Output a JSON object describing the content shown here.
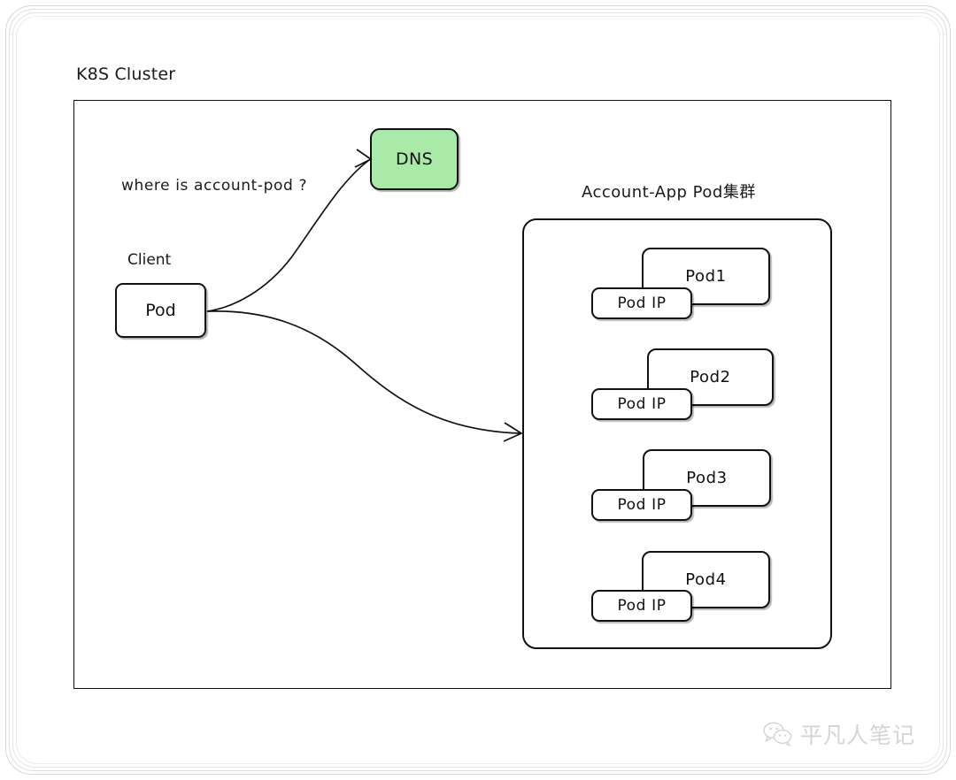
{
  "diagram": {
    "cluster_title": "K8S Cluster",
    "client_label": "Client",
    "client_node_label": "Pod",
    "question_label": "where is account-pod ?",
    "dns_label": "DNS",
    "pod_group_title": "Account-App Pod集群",
    "pod_ip_label": "Pod IP",
    "pods": [
      {
        "name": "Pod1",
        "ip_label": "Pod IP"
      },
      {
        "name": "Pod2",
        "ip_label": "Pod IP"
      },
      {
        "name": "Pod3",
        "ip_label": "Pod IP"
      },
      {
        "name": "Pod4",
        "ip_label": "Pod IP"
      }
    ],
    "colors": {
      "dns_fill": "#a9eaa9",
      "node_fill": "#ffffff",
      "stroke": "#111111",
      "frame": "#dcdcdc",
      "watermark": "#9a9a9a"
    },
    "connectors": [
      {
        "name": "client-to-dns",
        "from": "client-pod",
        "to": "dns"
      },
      {
        "name": "client-to-pod-group",
        "from": "client-pod",
        "to": "pod-group"
      }
    ]
  },
  "watermark": {
    "text": "平凡人笔记",
    "icon": "wechat-icon"
  }
}
